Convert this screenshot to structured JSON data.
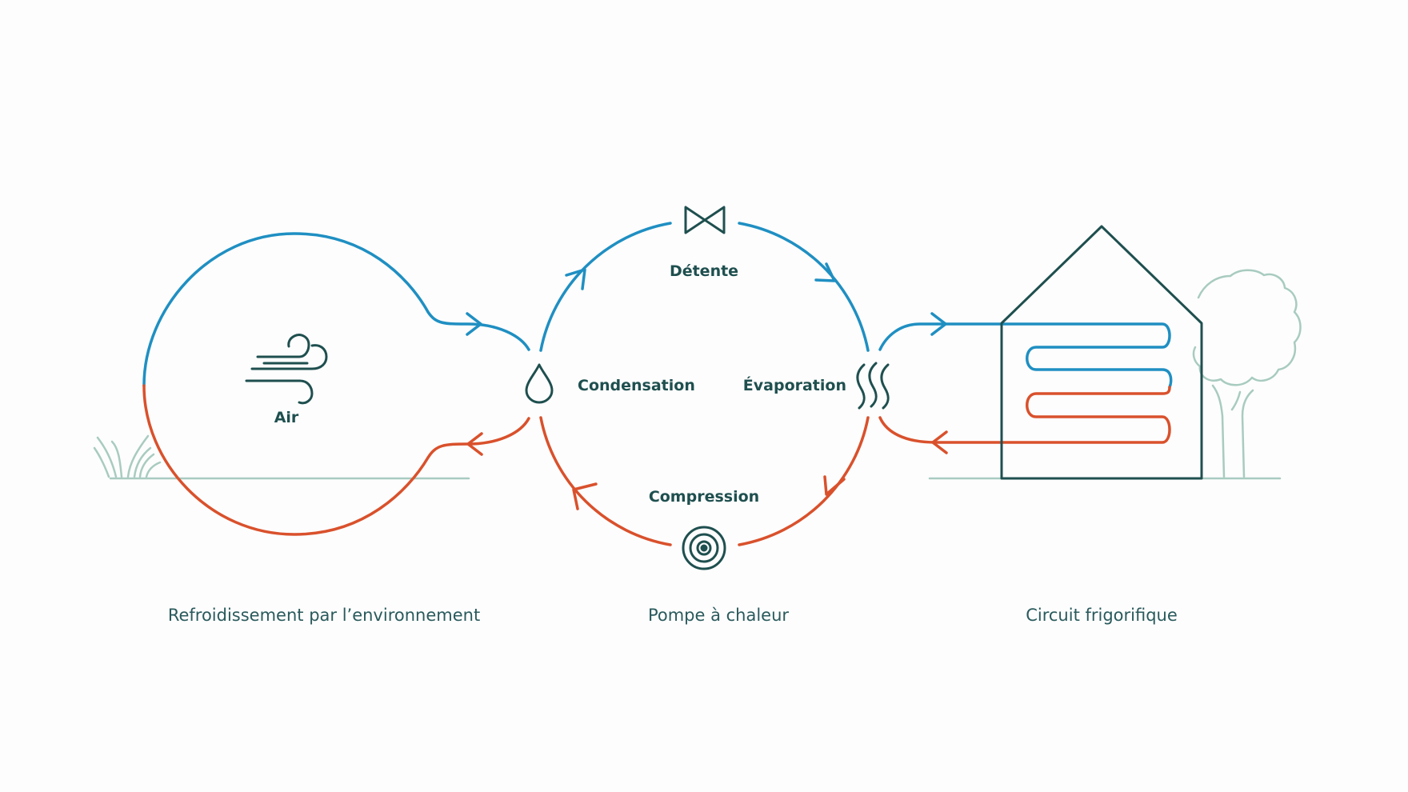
{
  "colors": {
    "cold": "#1f8fc2",
    "hot": "#d9512c",
    "ink": "#1f4f4f",
    "landscape": "#a8cbc0",
    "background": "#fdfdfd"
  },
  "labels": {
    "air": "Air",
    "detente": "Détente",
    "condensation": "Condensation",
    "evaporation": "Évaporation",
    "compression": "Compression"
  },
  "captions": {
    "environment": "Refroidissement par l’environnement",
    "heat_pump": "Pompe à chaleur",
    "circuit": "Circuit frigorifique"
  },
  "icons": {
    "air": "wind-icon",
    "detente": "expansion-valve-icon",
    "condensation": "water-drop-icon",
    "evaporation": "heat-waves-icon",
    "compression": "compressor-icon",
    "house": "house-icon",
    "tree": "tree-icon",
    "grass": "grass-icon"
  }
}
